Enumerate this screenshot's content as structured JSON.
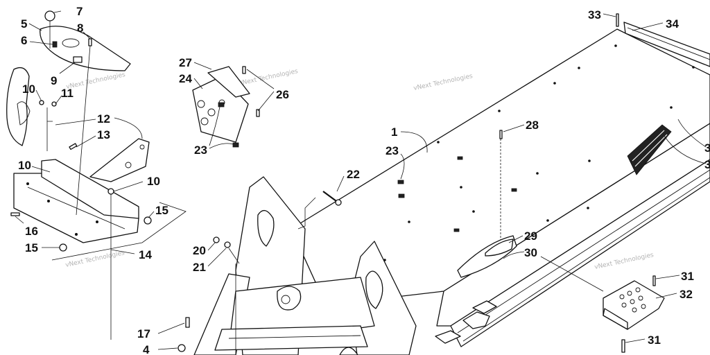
{
  "diagram": {
    "watermark": "vNext Technologies",
    "callouts": [
      {
        "id": "c5",
        "text": "5"
      },
      {
        "id": "c7",
        "text": "7"
      },
      {
        "id": "c6",
        "text": "6"
      },
      {
        "id": "c8",
        "text": "8"
      },
      {
        "id": "c9",
        "text": "9"
      },
      {
        "id": "c10a",
        "text": "10"
      },
      {
        "id": "c11",
        "text": "11"
      },
      {
        "id": "c12",
        "text": "12"
      },
      {
        "id": "c13",
        "text": "13"
      },
      {
        "id": "c10b",
        "text": "10"
      },
      {
        "id": "c10c",
        "text": "10"
      },
      {
        "id": "c15a",
        "text": "15"
      },
      {
        "id": "c16",
        "text": "16"
      },
      {
        "id": "c15b",
        "text": "15"
      },
      {
        "id": "c14",
        "text": "14"
      },
      {
        "id": "c27",
        "text": "27"
      },
      {
        "id": "c24",
        "text": "24"
      },
      {
        "id": "c26",
        "text": "26"
      },
      {
        "id": "c23a",
        "text": "23"
      },
      {
        "id": "c1",
        "text": "1"
      },
      {
        "id": "c23b",
        "text": "23"
      },
      {
        "id": "c22",
        "text": "22"
      },
      {
        "id": "c28",
        "text": "28"
      },
      {
        "id": "c29",
        "text": "29"
      },
      {
        "id": "c30",
        "text": "30"
      },
      {
        "id": "c20",
        "text": "20"
      },
      {
        "id": "c21",
        "text": "21"
      },
      {
        "id": "c17",
        "text": "17"
      },
      {
        "id": "c4",
        "text": "4"
      },
      {
        "id": "c33",
        "text": "33"
      },
      {
        "id": "c34",
        "text": "34"
      },
      {
        "id": "c31a",
        "text": "31"
      },
      {
        "id": "c32",
        "text": "32"
      },
      {
        "id": "c31b",
        "text": "31"
      },
      {
        "id": "c3a",
        "text": "3"
      },
      {
        "id": "c3b",
        "text": "3"
      }
    ]
  }
}
